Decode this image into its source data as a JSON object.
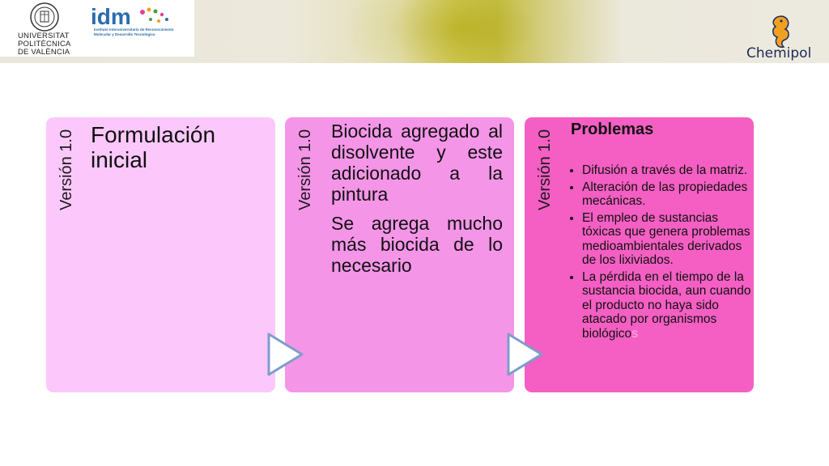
{
  "header": {
    "university_name": "UNIVERSITAT POLITÈCNICA DE VALÈNCIA",
    "idm_logo_text": "idm",
    "idm_subtitle": "Instituto Interuniversitario de Reconocimiento Molecular y Desarrollo Tecnológico",
    "partner_logo_text": "Chemipol"
  },
  "panels": [
    {
      "version_label": "Versión 1.0",
      "title": "Formulación inicial"
    },
    {
      "version_label": "Versión 1.0",
      "paragraphs": [
        "Biocida agregado al disolvente y este adicionado a la pintura",
        "Se agrega mucho más biocida de lo necesario"
      ]
    },
    {
      "version_label": "Versión 1.0",
      "heading": "Problemas",
      "bullets": [
        "Difusión a través de la matriz.",
        "Alteración de las propiedades mecánicas.",
        "El empleo de sustancias tóxicas que genera problemas medioambientales derivados de los lixiviados.",
        "La pérdida en el tiempo de la sustancia biocida, aun cuando el producto no haya sido atacado por organismos biológico"
      ],
      "bullet_tail": "s"
    }
  ],
  "colors": {
    "panel_1": "#fcc8fb",
    "panel_2": "#f595e8",
    "panel_3": "#f55fc3",
    "arrow_fill": "#ffffff",
    "arrow_stroke": "#7f9ccc"
  },
  "icons": [
    "next-arrow-icon",
    "next-arrow-icon"
  ]
}
